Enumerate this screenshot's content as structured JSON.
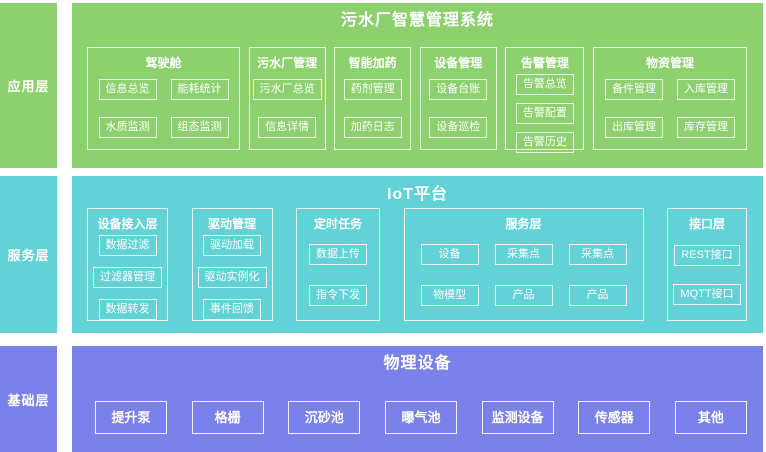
{
  "colors": {
    "application_layer": "#8dd06e",
    "service_layer": "#62d2d6",
    "foundation_layer": "#7a81e8",
    "text": "#ffffff"
  },
  "layers": [
    {
      "label": "应用层",
      "title": "污水厂智慧管理系统",
      "groups": [
        {
          "title": "驾驶舱",
          "items": [
            "信息总览",
            "能耗统计",
            "水质监测",
            "组态监测"
          ]
        },
        {
          "title": "污水厂管理",
          "items": [
            "污水厂总览",
            "信息详情"
          ]
        },
        {
          "title": "智能加药",
          "items": [
            "药剂管理",
            "加药日志"
          ]
        },
        {
          "title": "设备管理",
          "items": [
            "设备台账",
            "设备巡检"
          ]
        },
        {
          "title": "告警管理",
          "items": [
            "告警总览",
            "告警配置",
            "告警历史"
          ]
        },
        {
          "title": "物资管理",
          "items": [
            "备件管理",
            "入库管理",
            "出库管理",
            "库存管理"
          ]
        }
      ]
    },
    {
      "label": "服务层",
      "title": "IoT平台",
      "groups": [
        {
          "title": "设备接入层",
          "items": [
            "数据过滤",
            "过滤器管理",
            "数据转发"
          ]
        },
        {
          "title": "驱动管理",
          "items": [
            "驱动加载",
            "驱动实例化",
            "事件回馈"
          ]
        },
        {
          "title": "定时任务",
          "items": [
            "数据上传",
            "指令下发"
          ]
        },
        {
          "title": "服务层",
          "items": [
            "设备",
            "采集点",
            "采集点",
            "物模型",
            "产品",
            "产品"
          ]
        },
        {
          "title": "接口层",
          "items": [
            "REST接口",
            "MQTT接口"
          ]
        }
      ]
    },
    {
      "label": "基础层",
      "title": "物理设备",
      "items": [
        "提升泵",
        "格栅",
        "沉砂池",
        "曝气池",
        "监测设备",
        "传感器",
        "其他"
      ]
    }
  ]
}
